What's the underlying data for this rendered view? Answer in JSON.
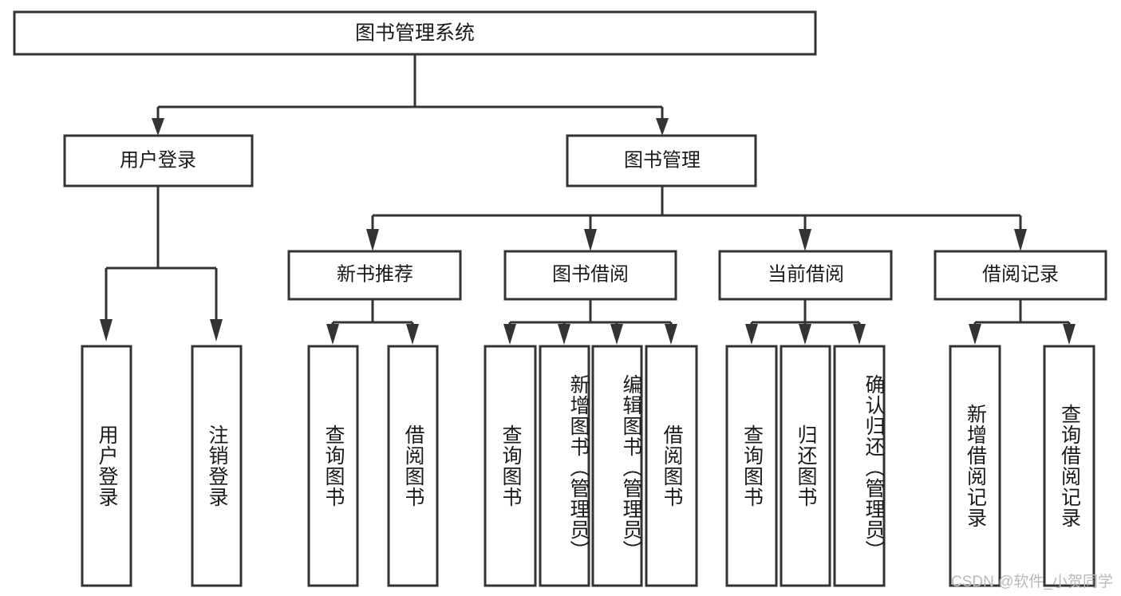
{
  "diagram": {
    "title": "图书管理系统",
    "type": "tree-hierarchy-diagram",
    "root": {
      "id": "root",
      "label": "图书管理系统"
    },
    "level2": [
      {
        "id": "user-login",
        "label": "用户登录"
      },
      {
        "id": "book-management",
        "label": "图书管理"
      }
    ],
    "level3": [
      {
        "id": "new-book-recommend",
        "label": "新书推荐",
        "parent": "book-management"
      },
      {
        "id": "book-borrow",
        "label": "图书借阅",
        "parent": "book-management"
      },
      {
        "id": "current-borrow",
        "label": "当前借阅",
        "parent": "book-management"
      },
      {
        "id": "borrow-record",
        "label": "借阅记录",
        "parent": "book-management"
      }
    ],
    "leaves": {
      "user-login": [
        {
          "id": "leaf-user-login",
          "label": "用户登录"
        },
        {
          "id": "leaf-user-logout",
          "label": "注销登录"
        }
      ],
      "new-book-recommend": [
        {
          "id": "leaf-query-book-1",
          "label": "查询图书"
        },
        {
          "id": "leaf-borrow-book-1",
          "label": "借阅图书"
        }
      ],
      "book-borrow": [
        {
          "id": "leaf-query-book-2",
          "label": "查询图书"
        },
        {
          "id": "leaf-add-book",
          "label": "新增图书（管理员）"
        },
        {
          "id": "leaf-edit-book",
          "label": "编辑图书（管理员）"
        },
        {
          "id": "leaf-borrow-book-2",
          "label": "借阅图书"
        }
      ],
      "current-borrow": [
        {
          "id": "leaf-query-book-3",
          "label": "查询图书"
        },
        {
          "id": "leaf-return-book",
          "label": "归还图书"
        },
        {
          "id": "leaf-confirm-return",
          "label": "确认归还（管理员）"
        }
      ],
      "borrow-record": [
        {
          "id": "leaf-add-record",
          "label": "新增借阅记录"
        },
        {
          "id": "leaf-query-record",
          "label": "查询借阅记录"
        }
      ]
    }
  },
  "watermark": {
    "text": "CSDN @软件_小贺同学"
  },
  "colors": {
    "stroke": "#333333",
    "box_fill": "#ffffff",
    "text": "#1a1a1a",
    "watermark": "#b9b9b9",
    "background": "#ffffff"
  }
}
